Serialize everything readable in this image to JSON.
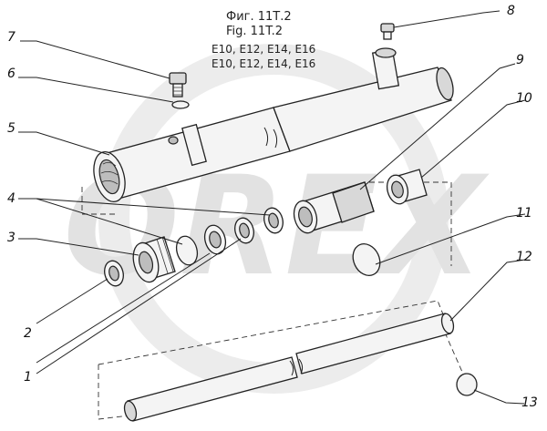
{
  "figure": {
    "title_ru": "Фиг. 11Т.2",
    "title_en": "Fig. 11T.2",
    "models_line_1": "E10, E12, E14, E16",
    "models_line_2": "E10, E12, E14, E16"
  },
  "watermark": {
    "text": "OREX",
    "color": "#e2e2e2"
  },
  "callouts": {
    "c1": "1",
    "c2": "2",
    "c3": "3",
    "c4": "4",
    "c5": "5",
    "c6": "6",
    "c7": "7",
    "c8": "8",
    "c9": "9",
    "c10": "10",
    "c11": "11",
    "c12": "12",
    "c13": "13"
  },
  "colors": {
    "line": "#222222",
    "fill": "#f4f4f4",
    "shade": "#d8d8d8"
  }
}
